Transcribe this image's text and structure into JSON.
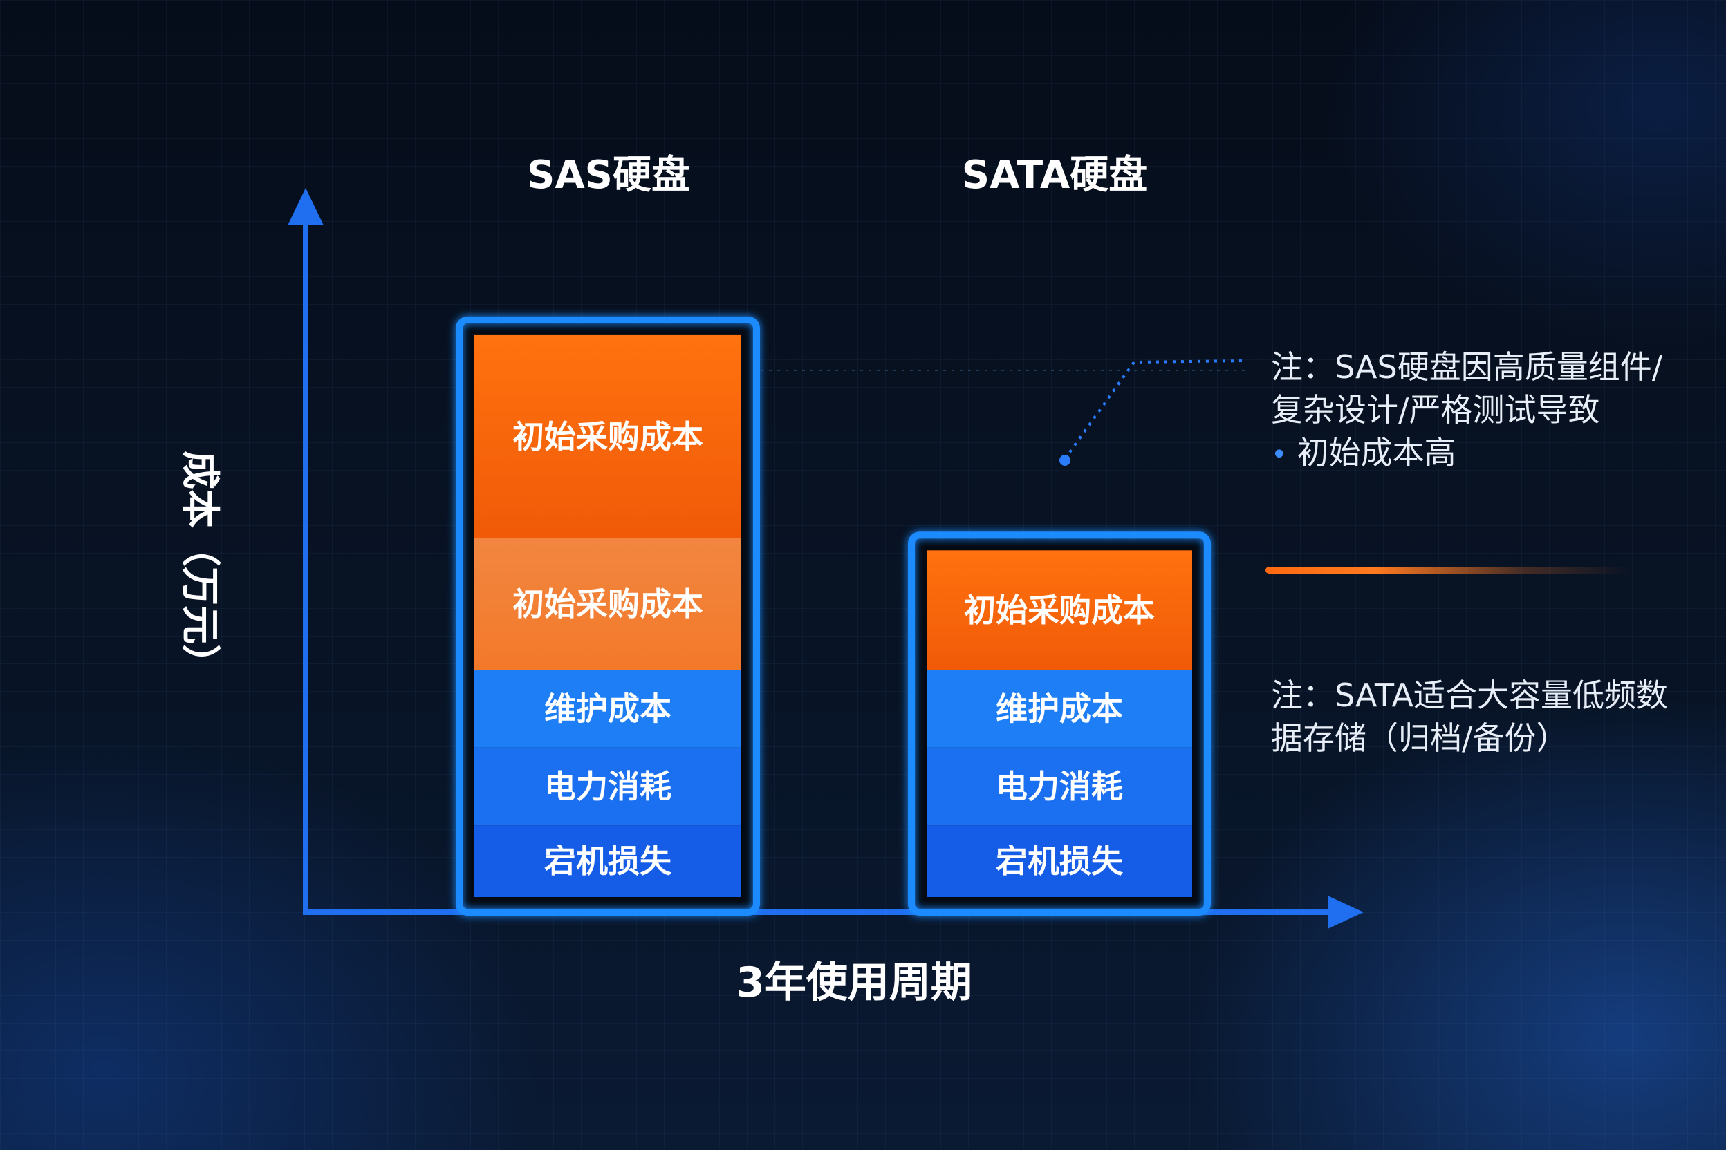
{
  "colors": {
    "axis": "#1f6ff0",
    "frame": "#1e8bff",
    "orange_top": "#ff6a0a",
    "orange_light": "#f38a3a",
    "blue_light": "#1e7ef5",
    "blue_mid": "#1a70f0",
    "blue_dark": "#155ce6",
    "text": "#ffffff"
  },
  "chart_data": {
    "type": "bar",
    "stacked": true,
    "categories": [
      "SAS硬盘",
      "SATA硬盘"
    ],
    "xlabel": "3年使用周期",
    "ylabel": "成本（万元）",
    "ylim": [
      0,
      100
    ],
    "grid": true,
    "legend": "none",
    "bars": [
      {
        "category": "SAS硬盘",
        "segments": [
          {
            "label": "宕机损失",
            "value": 12,
            "color": "#155ce6"
          },
          {
            "label": "电力消耗",
            "value": 13,
            "color": "#1a70f0"
          },
          {
            "label": "维护成本",
            "value": 13,
            "color": "#1e7ef5"
          },
          {
            "label": "初始采购成本",
            "value": 22,
            "color": "#f38a3a"
          },
          {
            "label": "初始采购成本",
            "value": 34,
            "color": "#ff6a0a"
          }
        ]
      },
      {
        "category": "SATA硬盘",
        "segments": [
          {
            "label": "宕机损失",
            "value": 12,
            "color": "#155ce6"
          },
          {
            "label": "电力消耗",
            "value": 13,
            "color": "#1a70f0"
          },
          {
            "label": "维护成本",
            "value": 13,
            "color": "#1e7ef5"
          },
          {
            "label": "初始采购成本",
            "value": 20,
            "color": "#ff6a0a"
          }
        ]
      }
    ]
  },
  "notes": {
    "note1_line1": "注：SAS硬盘因高质量组件/复杂设计/严格测试导致",
    "note1_bullet": "•",
    "note1_line2": "初始成本高",
    "note2": "注：SATA适合大容量低频数据存储（归档/备份）"
  }
}
